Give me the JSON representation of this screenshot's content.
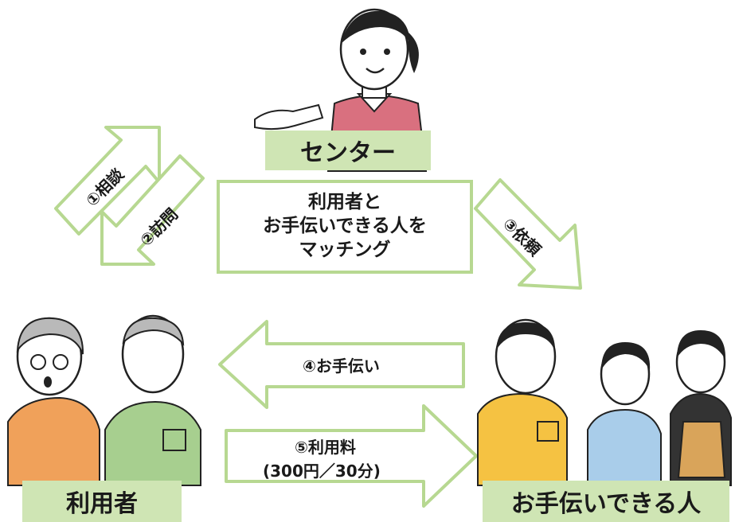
{
  "center": {
    "title": "センター"
  },
  "matching": {
    "lines": [
      "利用者と",
      "お手伝いできる人を",
      "マッチング"
    ]
  },
  "users": {
    "title": "利用者"
  },
  "helpers": {
    "title": "お手伝いできる人"
  },
  "steps": [
    {
      "label": "①相談"
    },
    {
      "label": "②訪問"
    },
    {
      "label": "③依頼"
    },
    {
      "label": "④お手伝い"
    },
    {
      "label": "⑤利用料",
      "sub": "(300円／30分)"
    }
  ],
  "colors": {
    "arrow_fill": "#ffffff",
    "arrow_stroke": "#b7d891",
    "box_fill": "#cfe5b4"
  }
}
